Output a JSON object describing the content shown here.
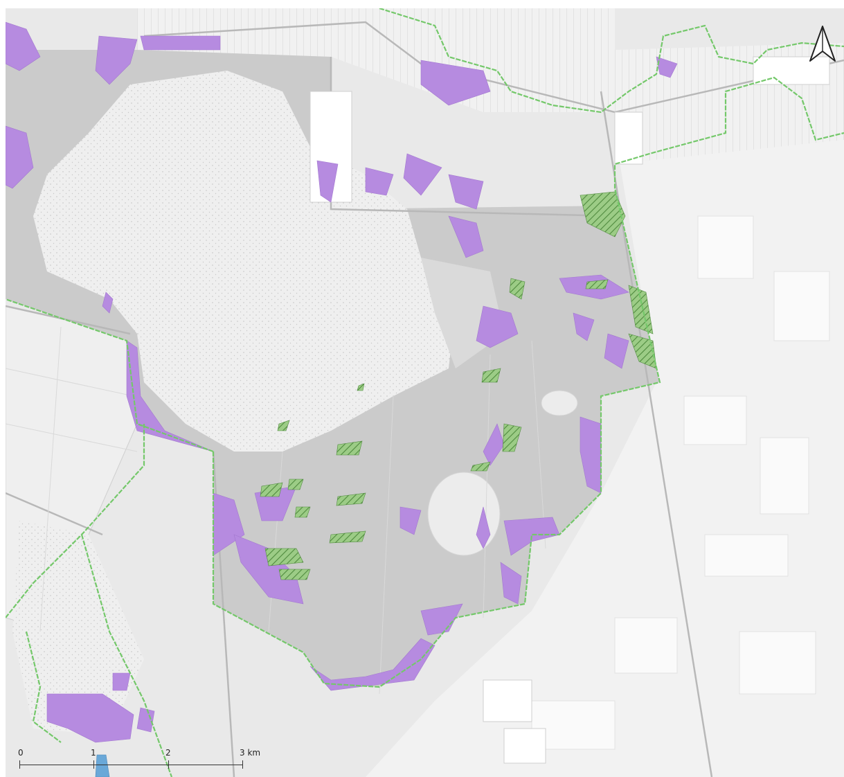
{
  "map": {
    "colors": {
      "background_outside": "#e6e6e6",
      "forest_light": "#f0f0f0",
      "area_inner_grey": "#cfcfcf",
      "area_inner_light": "#ececec",
      "boundary": "#7fcf74",
      "habitat_purple": "#b98be0",
      "habitat_green_hatch": "#7fb36b",
      "road": "#b5b5b5",
      "water_blue": "#6aa8d8"
    },
    "scale_bar": {
      "labels": [
        "0",
        "1",
        "2",
        "3 km"
      ]
    },
    "north_arrow": {
      "icon": "north-arrow-icon"
    }
  }
}
